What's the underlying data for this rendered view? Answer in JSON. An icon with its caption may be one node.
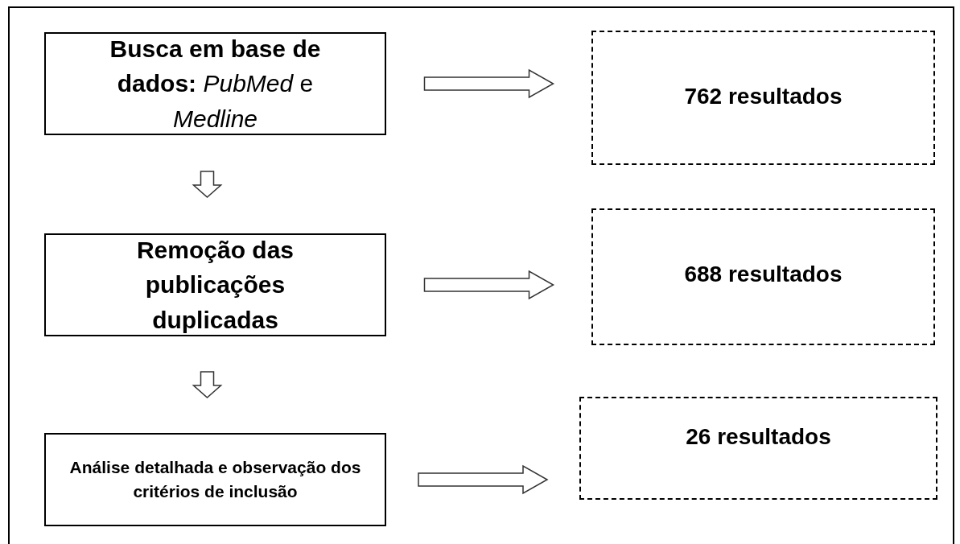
{
  "diagram": {
    "nodes": [
      {
        "text": [
          "**Busca em base de dados:** *PubMed* e *Medline*"
        ]
      },
      {
        "text": [
          "762 resultados"
        ]
      },
      {
        "text": [
          "Remoção das publicações duplicadas"
        ]
      },
      {
        "text": [
          "688 resultados"
        ]
      },
      {
        "text": [
          "Análise detalhada e observação dos critérios de inclusão"
        ]
      },
      {
        "text": [
          "26 resultados"
        ]
      }
    ],
    "edges": [
      {
        "from": 0,
        "to": 1,
        "arrow": "to"
      },
      {
        "from": 0,
        "to": 2,
        "arrow": "to"
      },
      {
        "from": 2,
        "to": 3,
        "arrow": "to"
      },
      {
        "from": 2,
        "to": 4,
        "arrow": "to"
      },
      {
        "from": 4,
        "to": 5,
        "arrow": "to"
      }
    ]
  }
}
